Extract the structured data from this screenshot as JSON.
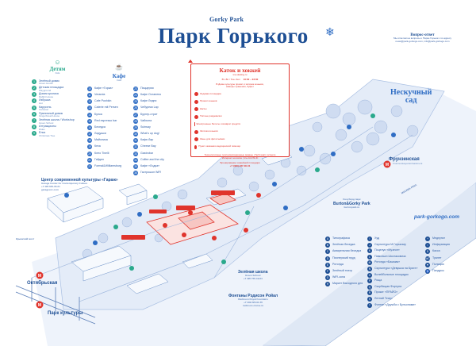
{
  "brand": {
    "small": "Gorky Park",
    "title": "Парк Горького",
    "snowflake": "snowflake-icon"
  },
  "qa": {
    "title": "Вопрос-ответ",
    "line1": "Мы ответим на вопросы о Парке Горького по адресу",
    "line2": "news@park-gorkogo.com, info@park-gorkogo.com"
  },
  "kids": {
    "title": "Детям",
    "subtitle": "Kids",
    "items": [
      {
        "n": "1",
        "ru": "Зелёный домик",
        "en": "Green House"
      },
      {
        "n": "2",
        "ru": "Детская площадка",
        "en": "Playground"
      },
      {
        "n": "3",
        "ru": "Домик кролика",
        "en": "Rabbit House"
      },
      {
        "n": "4",
        "ru": "Избушка",
        "en": "Hut"
      },
      {
        "n": "5",
        "ru": "Карусель",
        "en": "Carousel"
      },
      {
        "n": "6",
        "ru": "Пряничный домик",
        "en": "Gingerbread House"
      },
      {
        "n": "7",
        "ru": "Зелёная школа / Workshop",
        "en": "Green School"
      },
      {
        "n": "8",
        "ru": "Аттракционы",
        "en": "Rides"
      },
      {
        "n": "9",
        "ru": "Ёлка",
        "en": "Christmas Tree"
      }
    ]
  },
  "cafe": {
    "title": "Кафе",
    "subtitle": "Cafe",
    "items1": [
      {
        "n": "10",
        "ru": "Кафе «Горка»",
        "en": "Gorka Cafe"
      },
      {
        "n": "11",
        "ru": "Veranda",
        "en": ""
      },
      {
        "n": "12",
        "ru": "Сafe Pushkin",
        "en": ""
      },
      {
        "n": "13",
        "ru": "Caterie mit Persen",
        "en": ""
      },
      {
        "n": "14",
        "ru": "Булка",
        "en": "Bulka"
      },
      {
        "n": "15",
        "ru": "Red espresso bar",
        "en": ""
      },
      {
        "n": "16",
        "ru": "Беседка",
        "en": ""
      },
      {
        "n": "17",
        "ru": "Ладушки",
        "en": ""
      },
      {
        "n": "18",
        "ru": "Майолика",
        "en": ""
      },
      {
        "n": "19",
        "ru": "Кеха",
        "en": "Kekha"
      },
      {
        "n": "20",
        "ru": "Клео Tinelli",
        "en": ""
      },
      {
        "n": "21",
        "ru": "Гайден",
        "en": ""
      },
      {
        "n": "22",
        "ru": "Formal&Williamsburg",
        "en": ""
      }
    ],
    "items2": [
      {
        "n": "23",
        "ru": "Пиццерия",
        "en": "Pizzeria"
      },
      {
        "n": "24",
        "ru": "Кафе Остапено",
        "en": ""
      },
      {
        "n": "25",
        "ru": "Кафе Ледни",
        "en": ""
      },
      {
        "n": "26",
        "ru": "Чебуреки Lap",
        "en": ""
      },
      {
        "n": "27",
        "ru": "Бургер-стрит",
        "en": ""
      },
      {
        "n": "28",
        "ru": "Чайхона",
        "en": ""
      },
      {
        "n": "29",
        "ru": "Subway",
        "en": ""
      },
      {
        "n": "30",
        "ru": "What's up dog!",
        "en": ""
      },
      {
        "n": "31",
        "ru": "Кафе-бар",
        "en": ""
      },
      {
        "n": "32",
        "ru": "Cheese Bay",
        "en": ""
      },
      {
        "n": "33",
        "ru": "Gastrobar",
        "en": ""
      },
      {
        "n": "34",
        "ru": "Coffee and the city",
        "en": ""
      },
      {
        "n": "35",
        "ru": "Кафе «Лодка»",
        "en": ""
      },
      {
        "n": "36",
        "ru": "Гастрошоп WiFi",
        "en": ""
      }
    ]
  },
  "rink": {
    "title": "Каток и хоккей",
    "site": "ice-skating.ru",
    "hours_label": "Вт–Вс / Tue–Sun",
    "hours": "10:00 – 23:00",
    "desc1": "В Доме культуры прокат и заточка коньков,",
    "desc2": "камеры хранения, буфет",
    "legend": [
      {
        "color": "#e0342c",
        "ru": "Ледовая площадка",
        "en": "Ice rink"
      },
      {
        "color": "#e0342c",
        "ru": "Кассы",
        "en": "Tickets"
      },
      {
        "color": "#e0342c",
        "ru": "Электронные билеты и возврат средств",
        "en": "E-tickets"
      },
      {
        "color": "#e0342c",
        "ru": "Прокат коньков",
        "en": "Skate hire"
      },
      {
        "color": "#e0342c",
        "ru": "Тёплые раздевалки",
        "en": "Warm lockers"
      },
      {
        "color": "#e0342c",
        "ru": "Заточка коньков",
        "en": "Sharpening"
      },
      {
        "color": "#e0342c",
        "ru": "Зоны для фотосъёмки",
        "en": "Photo zones"
      },
      {
        "color": "#e0342c",
        "ru": "Пункт оказания медицинской помощи",
        "en": "First aid"
      }
    ],
    "foot1": "Технологичные теплоизоляционные экраны | Tech-warm screens",
    "foot2": "Интернет на катке | Ice-rink Wi-Fi",
    "foot3": "Бронирование хоккейной площадки",
    "phone": "+7 (495) 237-30-01"
  },
  "neskuchny": {
    "line1": "Нескучный",
    "line2": "сад"
  },
  "places": {
    "frunzenskaya": "Фрунзенская",
    "frunzenskaya_en": "Frunzenskaya Embankment",
    "oktyabrskaya": "Октябрьская",
    "park_kultury": "Парк культуры",
    "garage_ru": "Центр современной культуры «Гараж»",
    "garage_en": "Garage Center for Contemporary Culture",
    "garage_phone": "+7 495 645-05-21",
    "garage_site": "garageccc.com",
    "green_school": "Зелёная школа",
    "green_school_en": "Green School",
    "green_school_phone": "+7 495 755-19-84",
    "green_school_site": "greenschool.moscow",
    "fountain_ru": "Фонтаны Рэдисон Ройал",
    "fountain_en": "Radisson Royal Fountains",
    "fountain_phone": "+7 499 226-91-55",
    "fountain_site": "radisson-cruise.ru",
    "burton_ru": "Сноуборд парк",
    "burton_en": "Burton&Gorky Park",
    "burton_site": "burtonpark.ru",
    "site": "park-gorkogo.com",
    "river": "МОСКВА-РЕКА",
    "crimea_bridge": "Крымский мост"
  },
  "services": {
    "col1": [
      {
        "n": "A",
        "ru": "Типографика",
        "en": "Typography"
      },
      {
        "n": "B",
        "ru": "Зелёная беседка",
        "en": "Green Gazebo"
      },
      {
        "n": "C",
        "ru": "Акварельная беседка",
        "en": "Aquarelle Gazebo"
      },
      {
        "n": "D",
        "ru": "Пионерский пруд",
        "en": "Pioneer Pond"
      },
      {
        "n": "E",
        "ru": "Ротонда",
        "en": "Rotonda"
      },
      {
        "n": "F",
        "ru": "Зелёный театр",
        "en": "Green Theatre"
      },
      {
        "n": "G",
        "ru": "WiFi-зона",
        "en": "WiFi zone"
      },
      {
        "n": "H",
        "ru": "Маркет Выходного дня",
        "en": "Weekend Market"
      }
    ],
    "col2": [
      {
        "n": "I",
        "ru": "Худ",
        "en": "Hud"
      },
      {
        "n": "J",
        "ru": "Скульптура М.Горькому",
        "en": "Gorky Sculpture"
      },
      {
        "n": "K",
        "ru": "Поцелуи «Музеон»",
        "en": "Muzeon"
      },
      {
        "n": "L",
        "ru": "Павильон Шостаковича",
        "en": "Shostakovich Pavilion"
      },
      {
        "n": "M",
        "ru": "Ротонда «Башмак»",
        "en": "Bashmak Rotunda"
      },
      {
        "n": "N",
        "ru": "Скульптура «Девушка на Бриге»",
        "en": "Girl on Brig Sculpture"
      },
      {
        "n": "O",
        "ru": "Волейбольные площадки",
        "en": "Volleyball"
      },
      {
        "n": "P",
        "ru": "Роща",
        "en": "Grove"
      },
      {
        "n": "Q",
        "ru": "Скорбящая Фортуна",
        "en": "Mourning Fortune"
      },
      {
        "n": "R",
        "ru": "Прокат «ПРАЙО»",
        "en": "PRAYO Rental"
      },
      {
        "n": "S",
        "ru": "Летний Театр",
        "en": "Summer Theatre"
      },
      {
        "n": "T",
        "ru": "Фонтан «Дружба с Бульонами»",
        "en": "Friendship Fountain"
      }
    ],
    "col3": [
      {
        "sym": "+",
        "ru": "Медпункт",
        "en": "First aid"
      },
      {
        "sym": "i",
        "ru": "Информация",
        "en": "Information"
      },
      {
        "sym": "$",
        "ru": "Касса",
        "en": "Cashier"
      },
      {
        "sym": "WC",
        "ru": "Туалет",
        "en": "Toilet"
      },
      {
        "sym": "⚑",
        "ru": "Полиция",
        "en": "Police"
      },
      {
        "sym": "♿",
        "ru": "Пандусы",
        "en": "Ramps"
      }
    ]
  }
}
